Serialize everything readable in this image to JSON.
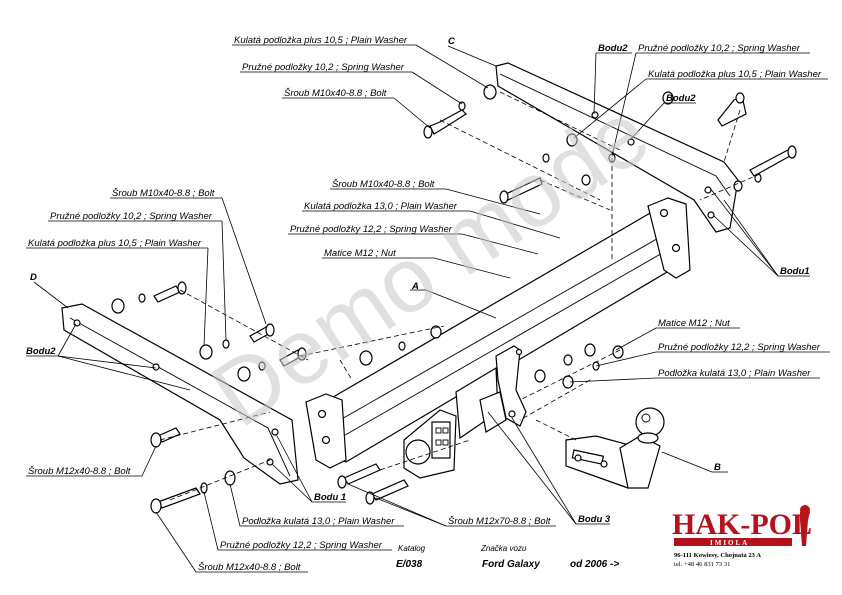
{
  "watermark": "Demo mode",
  "parts": {
    "a": "A",
    "b": "B",
    "c": "C",
    "d": "D"
  },
  "labels": {
    "c_washer_plus": "Kulatá podložka plus 10,5 ; Plain Washer",
    "c_spring": "Pružné podložky  10,2 ; Spring Washer",
    "c_bolt": "Šroub M10x40-8.8 ;  Bolt",
    "c_bodu2_top": "Bodu2",
    "c_spring_right": "Pružné podložky  10,2 ; Spring Washer",
    "c_washer_plus_right": "Kulatá podložka plus 10,5 ; Plain Washer",
    "c_bodu2_mid": "Bodu2",
    "a_bolt": "Šroub M10x40-8.8 ;  Bolt",
    "a_washer": "Kulatá podložka  13,0 ; Plain Washer",
    "a_spring": "Pružné podložky  12,2 ; Spring Washer",
    "a_nut": "Matice  M12 ; Nut",
    "bodu1_right": "Bodu1",
    "d_bolt": "Šroub M10x40-8.8 ;  Bolt",
    "d_spring": "Pružné podložky  10,2 ; Spring Washer",
    "d_washer_plus": "Kulatá podložka plus 10,5 ; Plain Washer",
    "bodu2_left": "Bodu2",
    "r_nut": "Matice  M12 ; Nut",
    "r_spring": "Pružné podložky  12,2 ; Spring Washer",
    "r_washer": "Podložka kulatá 13,0 ;  Plain Washer",
    "l_bolt_mid": "Šroub M12x40-8.8 ;  Bolt",
    "bodu1_bottom": "Bodu 1",
    "b_washer": "Podložka kulatá 13,0 ; Plain Washer",
    "b_bolt70": "Šroub M12x70-8.8 ;  Bolt",
    "bodu3": "Bodu 3",
    "b_spring": "Pružné podložky  12,2 ; Spring Washer",
    "b_bolt40": "Šroub M12x40-8.8 ;  Bolt"
  },
  "footer": {
    "katalog_label": "Katalog",
    "katalog_value": "E/038",
    "vehicle_label": "Značka vozu",
    "vehicle_value": "Ford Galaxy",
    "year": "od 2006 ->"
  },
  "logo": {
    "name": "HAK-POL",
    "sub": "IMIOLA",
    "address": "96-111 Kowiesy, Chojnata 23 A",
    "phone": "tel. +48 46 831 73 31",
    "brand_color": "#b5121b"
  }
}
